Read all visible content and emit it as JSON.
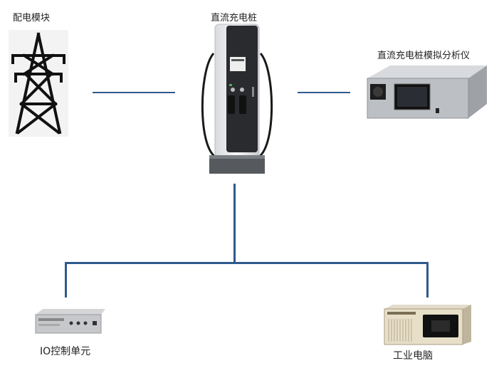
{
  "diagram": {
    "nodes": {
      "distribution_module": {
        "label": "配电模块",
        "icon": "power-tower-icon"
      },
      "dc_charger": {
        "label": "直流充电桩",
        "icon": "ev-charger-icon"
      },
      "simulator": {
        "label": "直流充电桩模拟分析仪",
        "icon": "rack-analyzer-icon"
      },
      "io_control_unit": {
        "label": "IO控制单元",
        "icon": "io-rack-unit-icon"
      },
      "industrial_pc": {
        "label": "工业电脑",
        "icon": "industrial-pc-icon"
      }
    },
    "edges": [
      {
        "from": "distribution_module",
        "to": "dc_charger"
      },
      {
        "from": "dc_charger",
        "to": "simulator"
      },
      {
        "from": "dc_charger",
        "to": "io_control_unit"
      },
      {
        "from": "dc_charger",
        "to": "industrial_pc"
      }
    ],
    "colors": {
      "connector": "#2f5a8e"
    }
  }
}
